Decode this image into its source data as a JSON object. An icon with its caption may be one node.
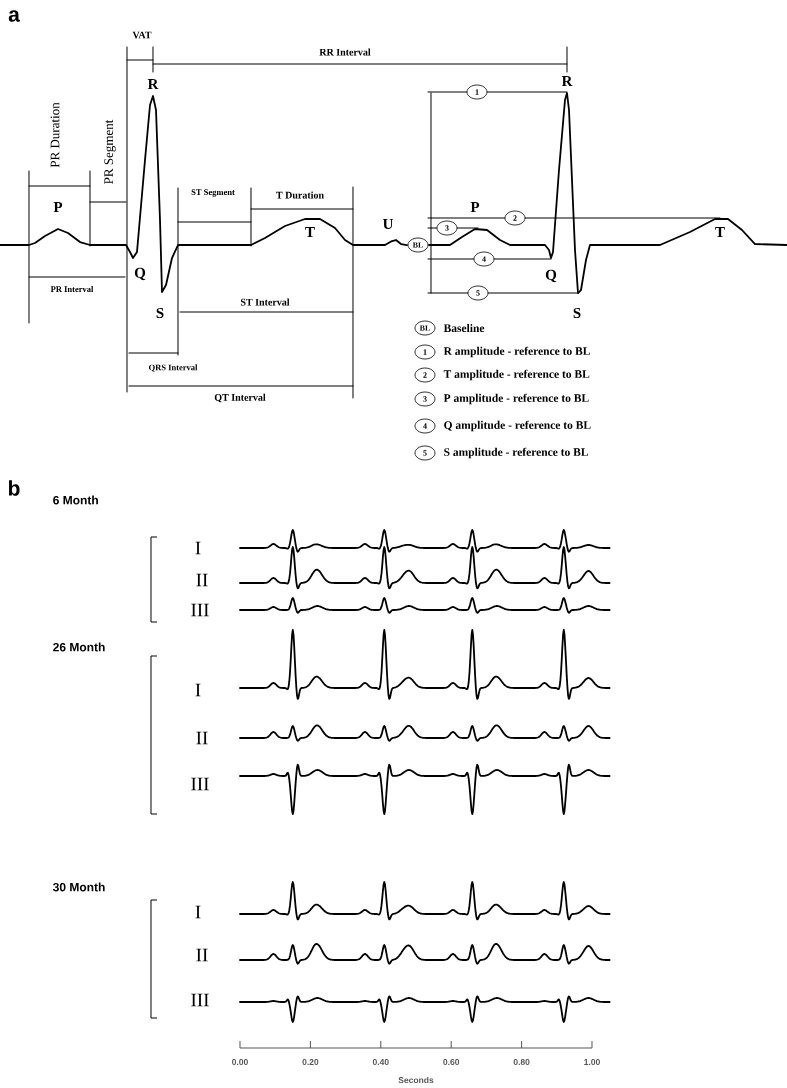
{
  "diagram": {
    "nodes": [
      {
        "text": [
          "1"
        ]
      },
      {
        "text": [
          "2"
        ]
      },
      {
        "text": [
          "3"
        ]
      },
      {
        "text": [
          "BL"
        ]
      },
      {
        "text": [
          "4"
        ]
      },
      {
        "text": [
          "5"
        ]
      },
      {
        "text": [
          "BL"
        ],
        "beside": [
          "Baseline"
        ]
      },
      {
        "text": [
          "1"
        ],
        "beside": [
          "R amplitude - reference to BL"
        ]
      },
      {
        "text": [
          "2"
        ],
        "beside": [
          "T amplitude - reference to BL"
        ]
      },
      {
        "text": [
          "3"
        ],
        "beside": [
          "P amplitude - reference to BL"
        ]
      },
      {
        "text": [
          "4"
        ],
        "beside": [
          "Q amplitude - reference to BL"
        ]
      },
      {
        "text": [
          "5"
        ],
        "beside": [
          "S amplitude - reference to BL"
        ]
      }
    ],
    "labels": [
      "a",
      "VAT",
      "RR Interval",
      "R",
      "PR Duration",
      "PR Segment",
      "R",
      "P",
      "ST Segment",
      "T Duration",
      "U",
      "P",
      "T",
      "T",
      "Q",
      "PR Interval",
      "Q",
      "ST Interval",
      "S",
      "S",
      "QRS Interval",
      "QT Interval",
      "b",
      "6 Month",
      "I",
      "II",
      "III",
      "26 Month",
      "I",
      "II",
      "III",
      "30 Month",
      "I",
      "II",
      "III",
      "0.00",
      "0.20",
      "0.40",
      "0.60",
      "0.80",
      "1.00",
      "Seconds"
    ]
  }
}
